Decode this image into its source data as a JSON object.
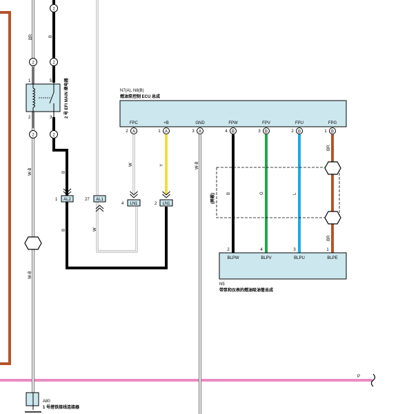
{
  "colors": {
    "brown": "#b5532a",
    "black": "#000000",
    "white_wire": "#ffffff",
    "yellow": "#f2dd45",
    "green": "#22a54a",
    "blue": "#1fa9e3",
    "pink": "#e98bc3",
    "ecu_fill": "#cce7ee",
    "gray": "#9a9a9a"
  },
  "labels": {
    "br_top": "BR",
    "b_top": "B",
    "num_2": "2",
    "relay_pin1": "1",
    "relay_pin5": "5",
    "relay_pin2": "2",
    "relay_pin3": "3",
    "relay_name": "2 号 EFI MAIN 继电器",
    "wb_left_upper": "W-B",
    "wb_left_lower": "W-B",
    "b_wire1": "B",
    "b_wire2": "B",
    "al2_pin": "1",
    "al2_name": "AL2",
    "al1_pin": "27",
    "al1_name": "AL1",
    "w_wire1": "W",
    "w_wire2": "W",
    "ln1_a_pin": "4",
    "ln1_a_name": "LN1",
    "ln1_b_pin": "2",
    "ln1_b_name": "LN1",
    "y_wire": "Y",
    "wb_gnd": "W-B",
    "b_fpw": "B",
    "g_fpv": "G",
    "l_fpu": "L",
    "br_fpg": "BR",
    "br_blpe": "BR",
    "shield": "(屏蔽)",
    "p_wire": "P",
    "a80_id": "A80",
    "a80_name": "1 号搭铁接线连接器"
  },
  "ecu": {
    "id": "N7(A), N8(B)",
    "name": "燃油泵控制 ECU 总成",
    "terminals": [
      {
        "name": "FPC",
        "pin": "2",
        "conn": "A"
      },
      {
        "name": "+B",
        "pin": "1",
        "conn": "A"
      },
      {
        "name": "GND",
        "pin": "3",
        "conn": "A"
      },
      {
        "name": "FPW",
        "pin": "4",
        "conn": "B"
      },
      {
        "name": "FPV",
        "pin": "3",
        "conn": "B"
      },
      {
        "name": "FPU",
        "pin": "2",
        "conn": "B"
      },
      {
        "name": "FPG",
        "pin": "1",
        "conn": "B"
      }
    ]
  },
  "pump": {
    "id": "N5",
    "name": "带泵和仪表的燃油吸油管总成",
    "terminals": [
      {
        "name": "BLPW",
        "pin": "2"
      },
      {
        "name": "BLPV",
        "pin": "4"
      },
      {
        "name": "BLPU",
        "pin": "3"
      },
      {
        "name": "BLPE",
        "pin": "1"
      }
    ]
  }
}
